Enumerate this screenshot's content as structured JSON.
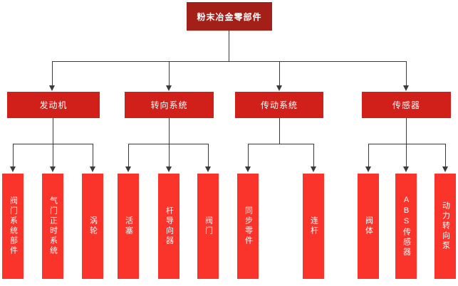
{
  "diagram": {
    "title": "粉末冶金零部件",
    "root": {
      "label": "粉末冶金零部件"
    },
    "branches": [
      {
        "label": "发动机",
        "children": [
          "阀门系统部件",
          "气门正时系统",
          "涡轮"
        ]
      },
      {
        "label": "转向系统",
        "children": [
          "活塞",
          "杆导向器",
          "阀门"
        ]
      },
      {
        "label": "传动系统",
        "children": [
          "同步零件",
          "连杆"
        ]
      },
      {
        "label": "传感器",
        "children": [
          "阀体",
          "ABS传感器",
          "动力转向泵"
        ]
      }
    ],
    "colors": {
      "root_bg": "#A41F18",
      "branch_bg": "#D1201A",
      "leaf_bg": "#FA332B",
      "connector": "#3A3A3A",
      "text": "#FFFFFF"
    }
  }
}
